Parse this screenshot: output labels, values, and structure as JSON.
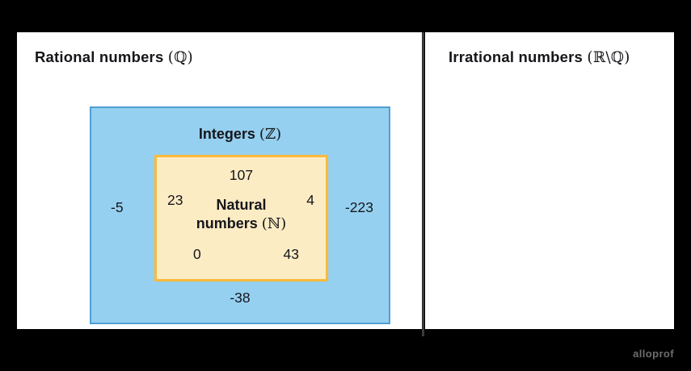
{
  "figure": {
    "watermark": "alloprof",
    "colors": {
      "background": "#000000",
      "panel": "#ffffff",
      "integers_fill": "#95d0f0",
      "integers_border": "#4e9fd4",
      "naturals_fill": "#fcecc4",
      "naturals_border": "#fbb93a",
      "text": "#16161a",
      "divider": "#3a3a3a",
      "watermark": "#6e6e6e"
    }
  },
  "panels": {
    "rational": {
      "title_text": "Rational numbers",
      "title_symbol": "(ℚ)",
      "sets": {
        "integers": {
          "label_text": "Integers",
          "label_symbol": "(ℤ)",
          "members_shown": [
            "-5",
            "-223",
            "-38"
          ]
        },
        "naturals": {
          "label_line1": "Natural",
          "label_line2_text": "numbers",
          "label_line2_symbol": "(ℕ)",
          "members_shown": [
            "107",
            "23",
            "4",
            "0",
            "43"
          ]
        }
      }
    },
    "irrational": {
      "title_text": "Irrational numbers",
      "title_symbol": "(ℝ\\ℚ)",
      "members_shown": []
    }
  },
  "numbers": {
    "n107": "107",
    "n23": "23",
    "n4": "4",
    "n0": "0",
    "n43": "43",
    "m5": "-5",
    "m223": "-223",
    "m38": "-38"
  }
}
